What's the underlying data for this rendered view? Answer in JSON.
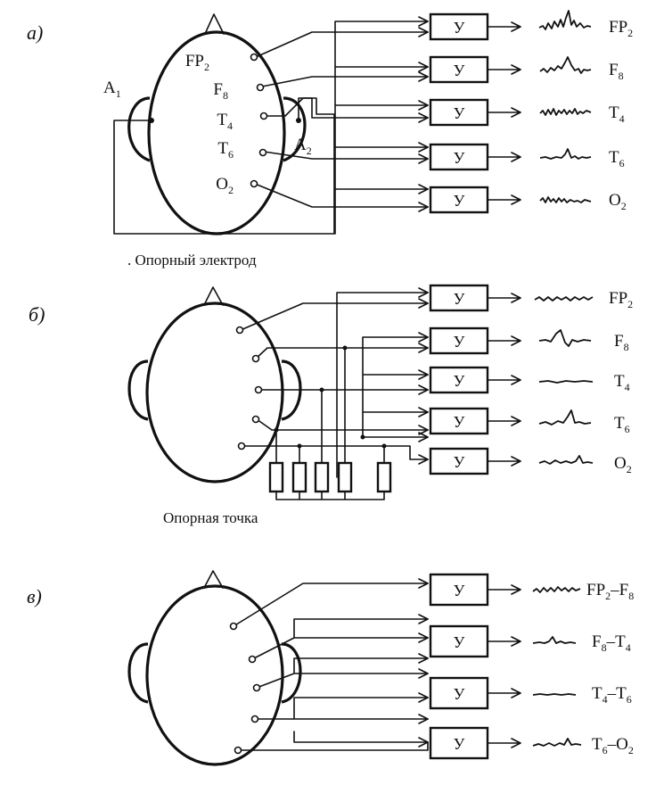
{
  "panels": {
    "a": {
      "label": "а)",
      "electrodes": [
        {
          "main": "FP",
          "sub": "2"
        },
        {
          "main": "F",
          "sub": "8"
        },
        {
          "main": "T",
          "sub": "4"
        },
        {
          "main": "T",
          "sub": "6"
        },
        {
          "main": "O",
          "sub": "2"
        }
      ],
      "ear_left": {
        "main": "A",
        "sub": "1"
      },
      "ear_right": {
        "main": "A",
        "sub": "2"
      },
      "amplifier_label": "У",
      "outputs": [
        {
          "main": "FP",
          "sub": "2"
        },
        {
          "main": "F",
          "sub": "8"
        },
        {
          "main": "T",
          "sub": "4"
        },
        {
          "main": "T",
          "sub": "6"
        },
        {
          "main": "O",
          "sub": "2"
        }
      ],
      "caption": ". Опорный электрод"
    },
    "b": {
      "label": "б)",
      "amplifier_label": "У",
      "outputs": [
        {
          "main": "FP",
          "sub": "2"
        },
        {
          "main": "F",
          "sub": "8"
        },
        {
          "main": "T",
          "sub": "4"
        },
        {
          "main": "T",
          "sub": "6"
        },
        {
          "main": "O",
          "sub": "2"
        }
      ],
      "caption": "Опорная точка"
    },
    "c": {
      "label": "в)",
      "amplifier_label": "У",
      "outputs": [
        [
          {
            "main": "FP",
            "sub": "2"
          },
          {
            "main": "–F",
            "sub": "8"
          }
        ],
        [
          {
            "main": "F",
            "sub": "8"
          },
          {
            "main": "–T",
            "sub": "4"
          }
        ],
        [
          {
            "main": "T",
            "sub": "4"
          },
          {
            "main": "–T",
            "sub": "6"
          }
        ],
        [
          {
            "main": "T",
            "sub": "6"
          },
          {
            "main": "–O",
            "sub": "2"
          }
        ]
      ]
    }
  }
}
